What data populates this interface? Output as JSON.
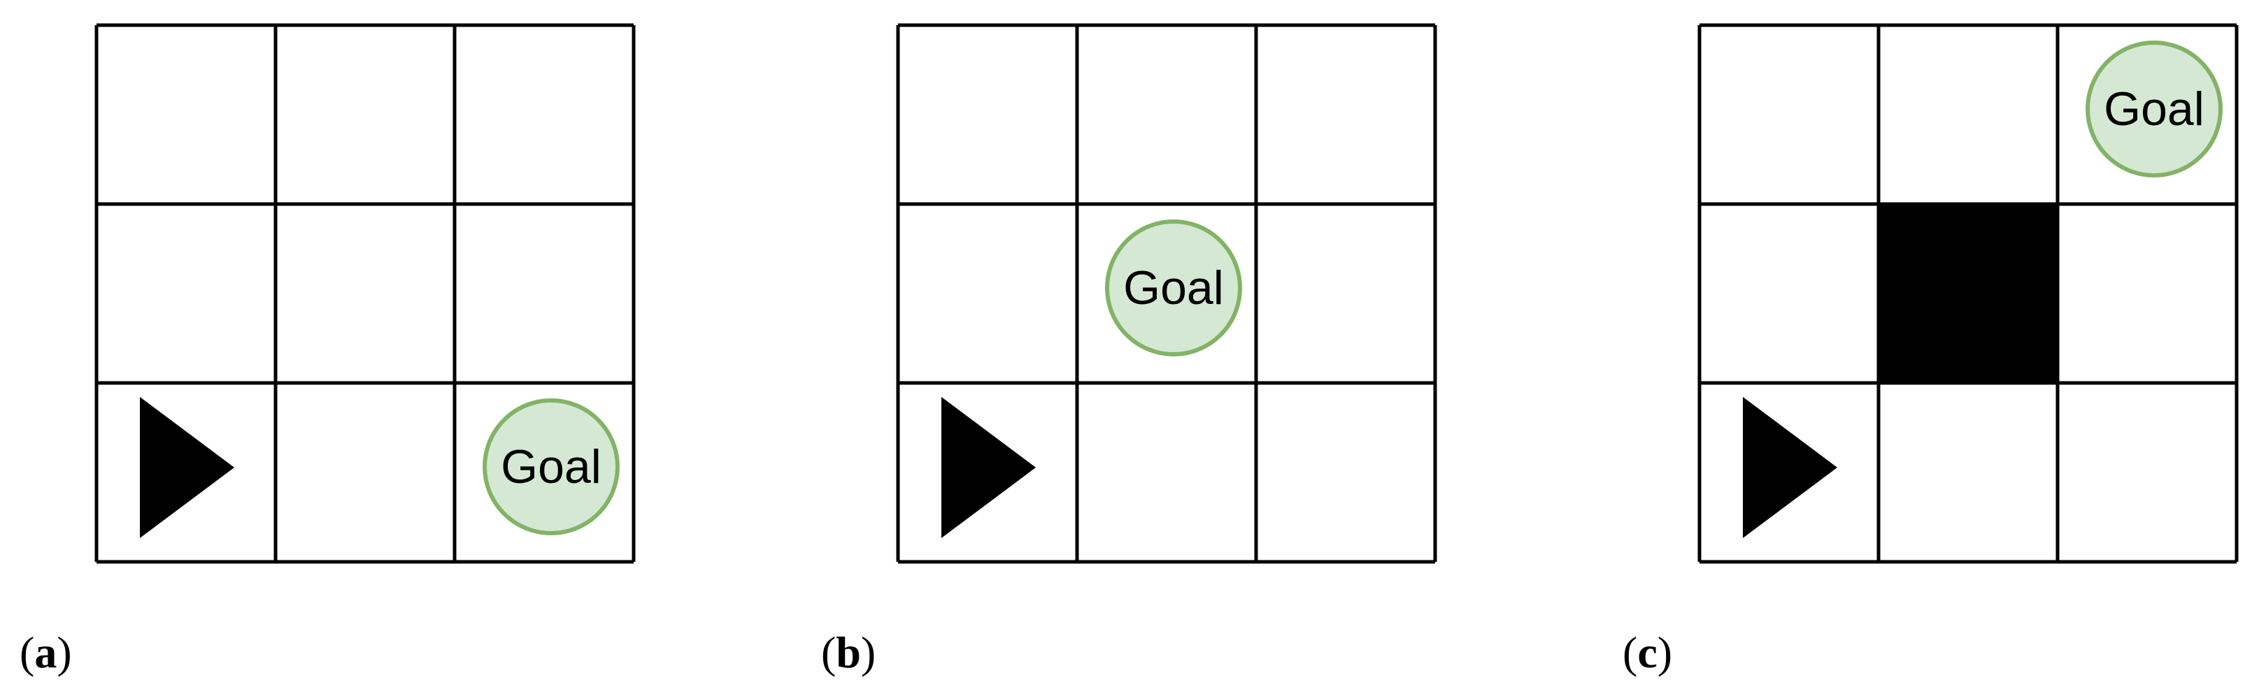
{
  "colors": {
    "goal_fill": "#d5e8d4",
    "goal_stroke": "#82b366",
    "grid": "#000000",
    "obstacle": "#000000",
    "agent": "#000000"
  },
  "panels": [
    {
      "label_open": "(",
      "label_letter": "a",
      "label_close": ")",
      "grid_size": 3,
      "agent": {
        "row": 2,
        "col": 0,
        "facing": "right",
        "icon": "triangle-right-icon"
      },
      "goal": {
        "row": 2,
        "col": 2,
        "text": "Goal"
      },
      "obstacles": []
    },
    {
      "label_open": "(",
      "label_letter": "b",
      "label_close": ")",
      "grid_size": 3,
      "agent": {
        "row": 2,
        "col": 0,
        "facing": "right",
        "icon": "triangle-right-icon"
      },
      "goal": {
        "row": 1,
        "col": 1,
        "text": "Goal"
      },
      "obstacles": []
    },
    {
      "label_open": "(",
      "label_letter": "c",
      "label_close": ")",
      "grid_size": 3,
      "agent": {
        "row": 2,
        "col": 0,
        "facing": "right",
        "icon": "triangle-right-icon"
      },
      "goal": {
        "row": 0,
        "col": 2,
        "text": "Goal"
      },
      "obstacles": [
        {
          "row": 1,
          "col": 1
        }
      ]
    }
  ]
}
